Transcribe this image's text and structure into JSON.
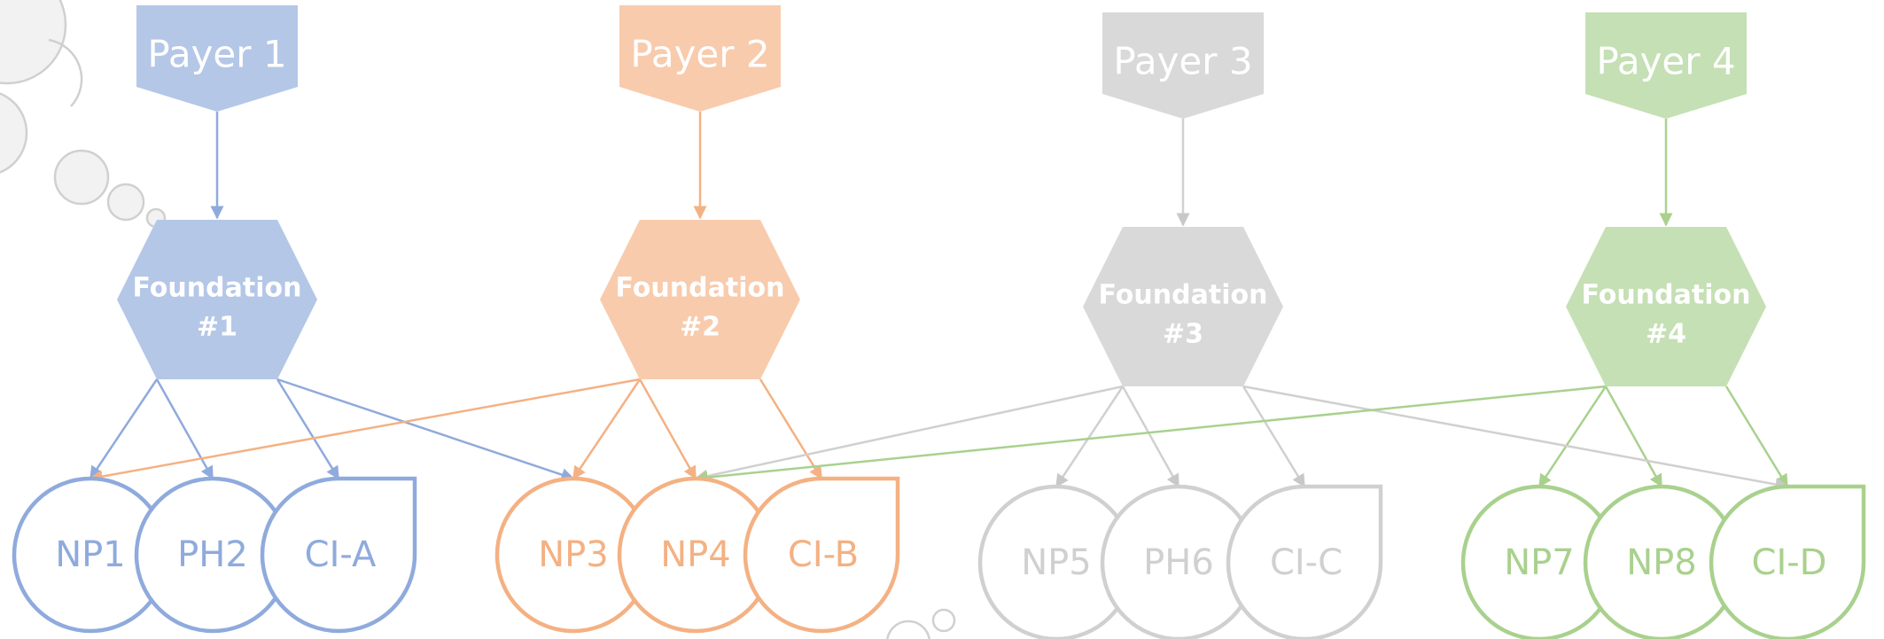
{
  "colors": {
    "blue": "#b4c7e7",
    "blue_stroke": "#8faadc",
    "orange": "#f8cbad",
    "orange_stroke": "#f4b183",
    "gray": "#d9d9d9",
    "gray_stroke": "#d0d0d0",
    "green": "#c5e0b4",
    "green_stroke": "#a9d18e"
  },
  "groups": [
    {
      "id": "g1",
      "payer": "Payer 1",
      "foundation": [
        "Foundation",
        "#1"
      ],
      "nodes": [
        "NP1",
        "PH2",
        "CI-A"
      ],
      "color": "blue"
    },
    {
      "id": "g2",
      "payer": "Payer 2",
      "foundation": [
        "Foundation",
        "#2"
      ],
      "nodes": [
        "NP3",
        "NP4",
        "CI-B"
      ],
      "color": "orange"
    },
    {
      "id": "g3",
      "payer": "Payer 3",
      "foundation": [
        "Foundation",
        "#3"
      ],
      "nodes": [
        "NP5",
        "PH6",
        "CI-C"
      ],
      "color": "gray"
    },
    {
      "id": "g4",
      "payer": "Payer 4",
      "foundation": [
        "Foundation",
        "#4"
      ],
      "nodes": [
        "NP7",
        "NP8",
        "CI-D"
      ],
      "color": "green"
    }
  ],
  "cross_links": [
    {
      "from": "Foundation #1",
      "to": "NP3",
      "color": "blue"
    },
    {
      "from": "Foundation #2",
      "to": "NP1",
      "color": "orange"
    },
    {
      "from": "Foundation #3",
      "to": "NP4",
      "color": "gray"
    },
    {
      "from": "Foundation #3",
      "to": "CI-D",
      "color": "gray"
    },
    {
      "from": "Foundation #4",
      "to": "NP4",
      "color": "green"
    }
  ]
}
